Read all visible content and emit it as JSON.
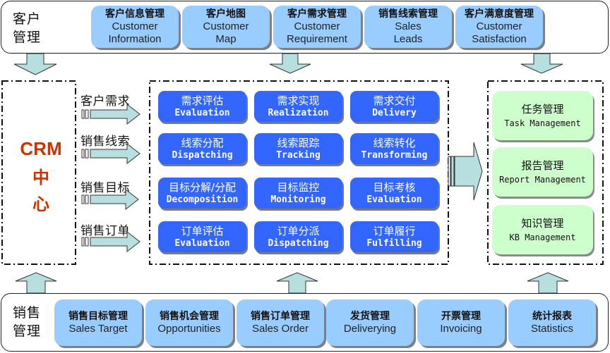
{
  "customer_management": {
    "label_line1": "客户",
    "label_line2": "管理",
    "modules": [
      {
        "zh": "客户信息管理",
        "en_line1": "Customer",
        "en_line2": "Information"
      },
      {
        "zh": "客户地图",
        "en_line1": "Customer",
        "en_line2": "Map"
      },
      {
        "zh": "客户需求管理",
        "en_line1": "Customer",
        "en_line2": "Requirement"
      },
      {
        "zh": "销售线索管理",
        "en_line1": "Sales",
        "en_line2": "Leads"
      },
      {
        "zh": "客户满意度管理",
        "en_line1": "Customer",
        "en_line2": "Satisfaction"
      }
    ]
  },
  "crm_center": {
    "line1": "CRM",
    "line2": "中",
    "line3": "心"
  },
  "flows": [
    {
      "label": "客户需求"
    },
    {
      "label": "销售线索"
    },
    {
      "label": "销售目标"
    },
    {
      "label": "销售订单"
    }
  ],
  "processes": [
    [
      {
        "zh": "需求评估",
        "en": "Evaluation"
      },
      {
        "zh": "需求实现",
        "en": "Realization"
      },
      {
        "zh": "需求交付",
        "en": "Delivery"
      }
    ],
    [
      {
        "zh": "线索分配",
        "en": "Dispatching"
      },
      {
        "zh": "线索跟踪",
        "en": "Tracking"
      },
      {
        "zh": "线索转化",
        "en": "Transforming"
      }
    ],
    [
      {
        "zh": "目标分解/分配",
        "en": "Decomposition"
      },
      {
        "zh": "目标监控",
        "en": "Monitoring"
      },
      {
        "zh": "目标考核",
        "en": "Evaluation"
      }
    ],
    [
      {
        "zh": "订单评估",
        "en": "Evaluation"
      },
      {
        "zh": "订单分派",
        "en": "Dispatching"
      },
      {
        "zh": "订单履行",
        "en": "Fulfilling"
      }
    ]
  ],
  "outputs": [
    {
      "zh": "任务管理",
      "en": "Task Management"
    },
    {
      "zh": "报告管理",
      "en": "Report Management"
    },
    {
      "zh": "知识管理",
      "en": "KB Management"
    }
  ],
  "sales_management": {
    "label_line1": "销售",
    "label_line2": "管理",
    "modules": [
      {
        "zh": "销售目标管理",
        "en": "Sales Target"
      },
      {
        "zh": "销售机会管理",
        "en": "Opportunities"
      },
      {
        "zh": "销售订单管理",
        "en": "Sales Order"
      },
      {
        "zh": "发货管理",
        "en": "Deliverying"
      },
      {
        "zh": "开票管理",
        "en": "Invoicing"
      },
      {
        "zh": "统计报表",
        "en": "Statistics"
      }
    ]
  },
  "colors": {
    "tile_blue": "#99ccff",
    "process_blue": "#3366ff",
    "output_green": "#ccffcc",
    "arrow_fill": "#b8dfe0",
    "crm_red": "#cc3300"
  }
}
